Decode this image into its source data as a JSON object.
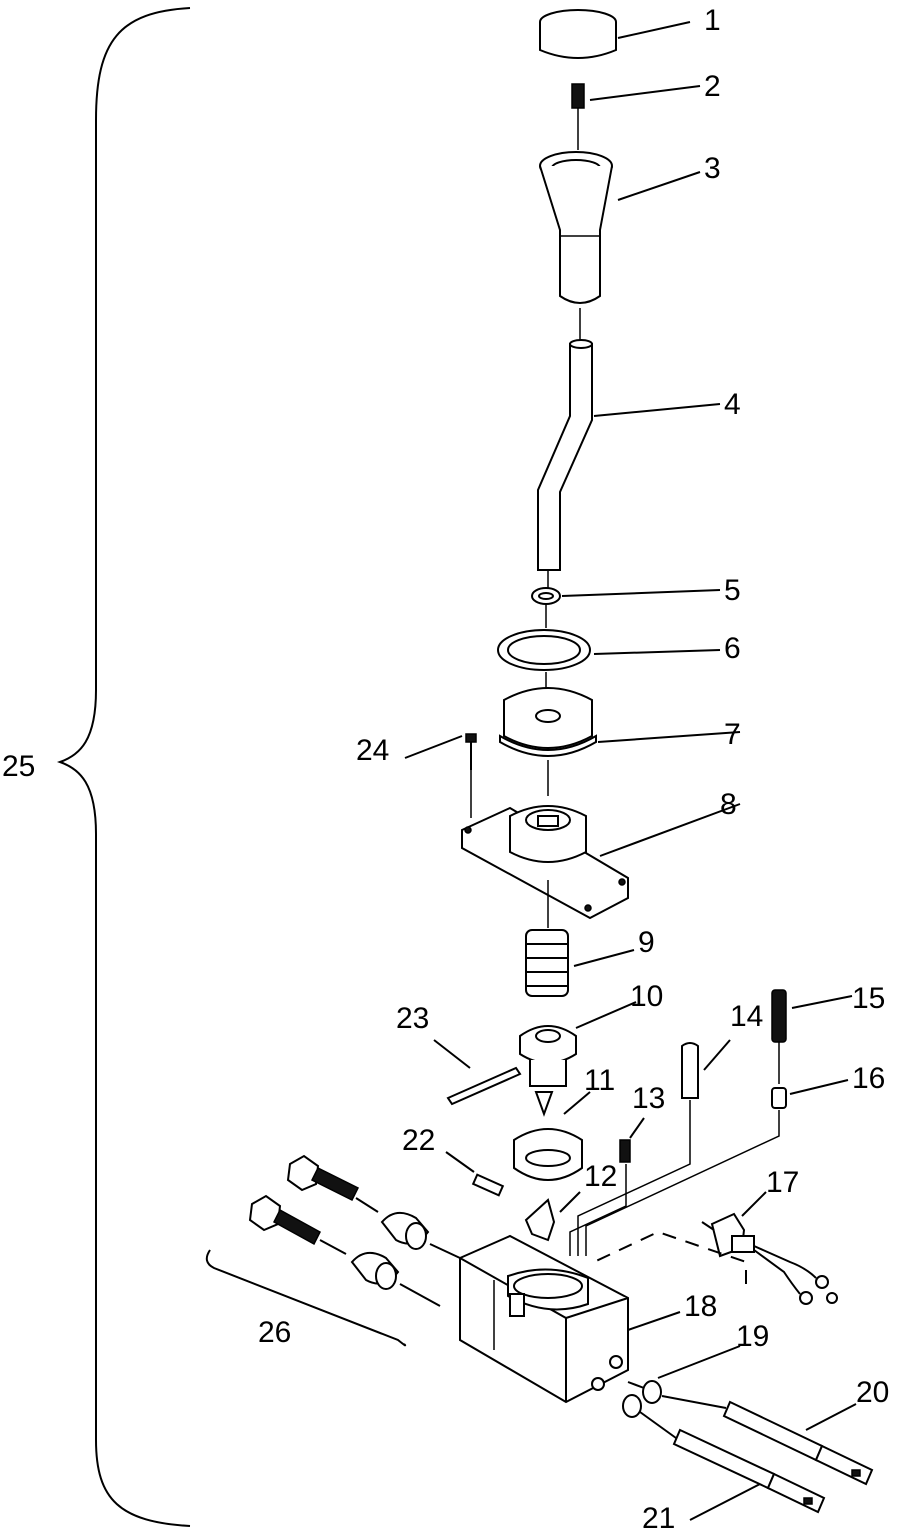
{
  "diagram": {
    "callouts": [
      {
        "id": "1",
        "label": "1"
      },
      {
        "id": "2",
        "label": "2"
      },
      {
        "id": "3",
        "label": "3"
      },
      {
        "id": "4",
        "label": "4"
      },
      {
        "id": "5",
        "label": "5"
      },
      {
        "id": "6",
        "label": "6"
      },
      {
        "id": "7",
        "label": "7"
      },
      {
        "id": "8",
        "label": "8"
      },
      {
        "id": "9",
        "label": "9"
      },
      {
        "id": "10",
        "label": "10"
      },
      {
        "id": "11",
        "label": "11"
      },
      {
        "id": "12",
        "label": "12"
      },
      {
        "id": "13",
        "label": "13"
      },
      {
        "id": "14",
        "label": "14"
      },
      {
        "id": "15",
        "label": "15"
      },
      {
        "id": "16",
        "label": "16"
      },
      {
        "id": "17",
        "label": "17"
      },
      {
        "id": "18",
        "label": "18"
      },
      {
        "id": "19",
        "label": "19"
      },
      {
        "id": "20",
        "label": "20"
      },
      {
        "id": "21",
        "label": "21"
      },
      {
        "id": "22",
        "label": "22"
      },
      {
        "id": "23",
        "label": "23"
      },
      {
        "id": "24",
        "label": "24"
      },
      {
        "id": "25",
        "label": "25"
      },
      {
        "id": "26",
        "label": "26"
      }
    ]
  }
}
